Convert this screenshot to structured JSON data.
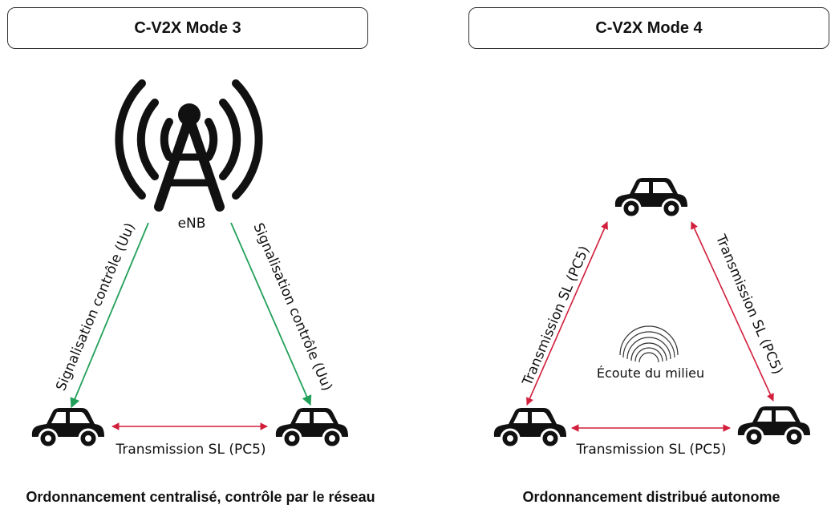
{
  "mode3": {
    "title": "C-V2X Mode 3",
    "station_label": "eNB",
    "left_link_label": "Signalisation contrôle (Uu)",
    "right_link_label": "Signalisation contrôle (Uu)",
    "sidelink_label": "Transmission SL (PC5)",
    "caption": "Ordonnancement centralisé, contrôle par le réseau"
  },
  "mode4": {
    "title": "C-V2X Mode 4",
    "left_link_label": "Transmission SL (PC5)",
    "right_link_label": "Transmission SL (PC5)",
    "sidelink_label": "Transmission SL (PC5)",
    "sensing_label": "Écoute du milieu",
    "caption": "Ordonnancement distribué autonome"
  },
  "colors": {
    "control_link": "#22a05a",
    "sidelink": "#d21f3c",
    "icon": "#111111"
  },
  "icons": [
    "antenna-tower-icon",
    "car-icon",
    "signal-waves-icon"
  ]
}
